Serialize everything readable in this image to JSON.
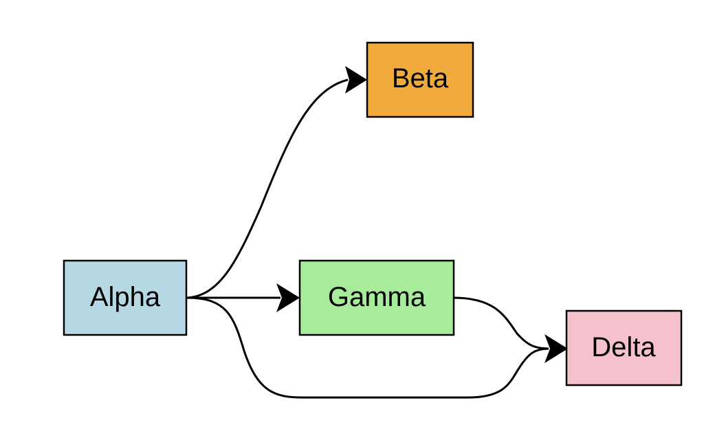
{
  "diagram": {
    "type": "directed-graph",
    "nodes": [
      {
        "id": "alpha",
        "label": "Alpha",
        "color": "#b6d7e4"
      },
      {
        "id": "beta",
        "label": "Beta",
        "color": "#f0ab3c"
      },
      {
        "id": "gamma",
        "label": "Gamma",
        "color": "#a6ec9a"
      },
      {
        "id": "delta",
        "label": "Delta",
        "color": "#f5c1cc"
      }
    ],
    "edges": [
      {
        "from": "alpha",
        "to": "beta"
      },
      {
        "from": "alpha",
        "to": "gamma"
      },
      {
        "from": "alpha",
        "to": "delta"
      },
      {
        "from": "gamma",
        "to": "delta"
      }
    ]
  }
}
